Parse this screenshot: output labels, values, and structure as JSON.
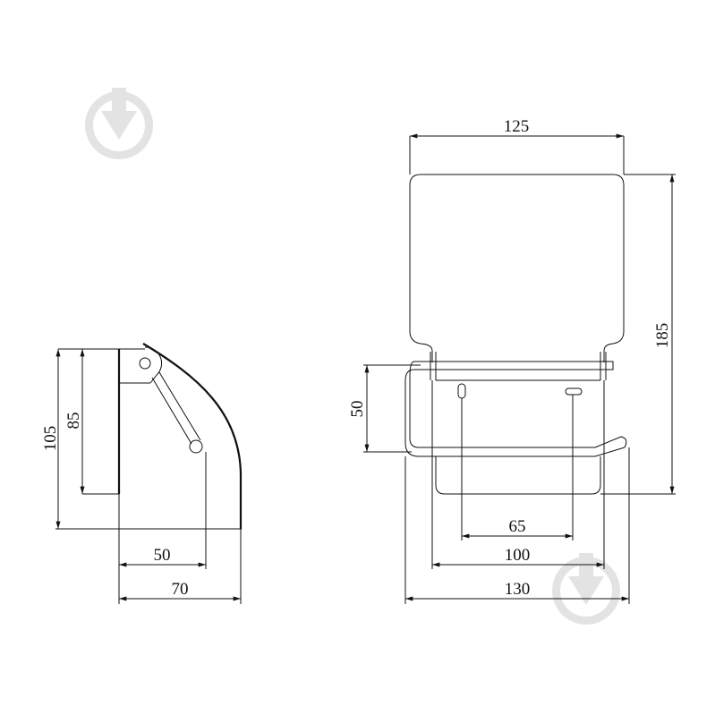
{
  "side_view": {
    "dim_height_total": "105",
    "dim_height_plate": "85",
    "dim_depth_arm": "50",
    "dim_depth_total": "70"
  },
  "front_view": {
    "dim_width_cover": "125",
    "dim_height_total": "185",
    "dim_rod_offset": "50",
    "dim_hole_spacing": "65",
    "dim_plate_width": "100",
    "dim_width_total": "130"
  },
  "colors": {
    "line": "#111111",
    "watermark": "#e3e3e3"
  },
  "watermark_icon": "download-arrow-circle-icon"
}
